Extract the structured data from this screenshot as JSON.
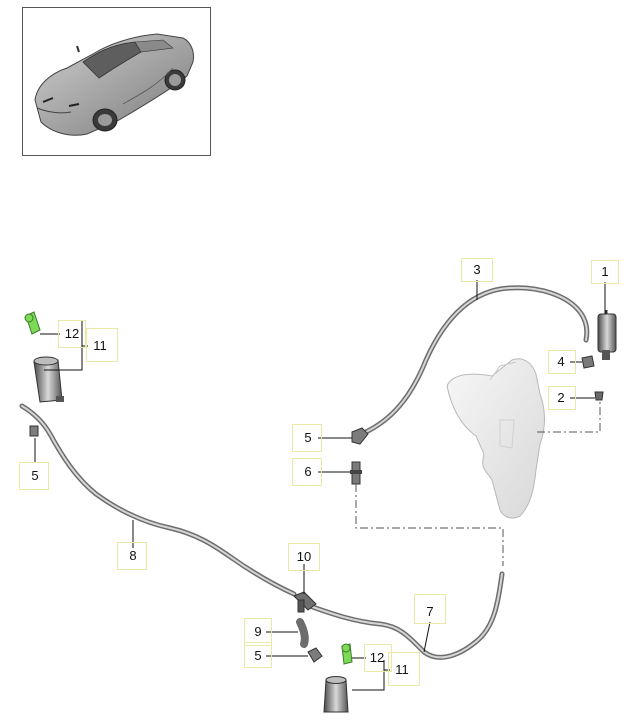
{
  "callouts": {
    "c1": "1",
    "c2": "2",
    "c3": "3",
    "c4": "4",
    "c5a": "5",
    "c5b": "5",
    "c5c": "5",
    "c6": "6",
    "c7": "7",
    "c8": "8",
    "c9": "9",
    "c10": "10",
    "c11a": "11",
    "c11b": "11",
    "c12a": "12",
    "c12b": "12"
  },
  "colors": {
    "line": "#333333",
    "hose": "#8c8c8c",
    "hose_light": "#cfcfcf",
    "nozzle": "#7ed957",
    "tank": "#eeeeee",
    "label_box": "#ece9a6"
  },
  "icons": {
    "car": "car-icon",
    "tank": "washer-reservoir-icon",
    "pump": "pump-icon",
    "nozzle": "spray-nozzle-icon"
  }
}
